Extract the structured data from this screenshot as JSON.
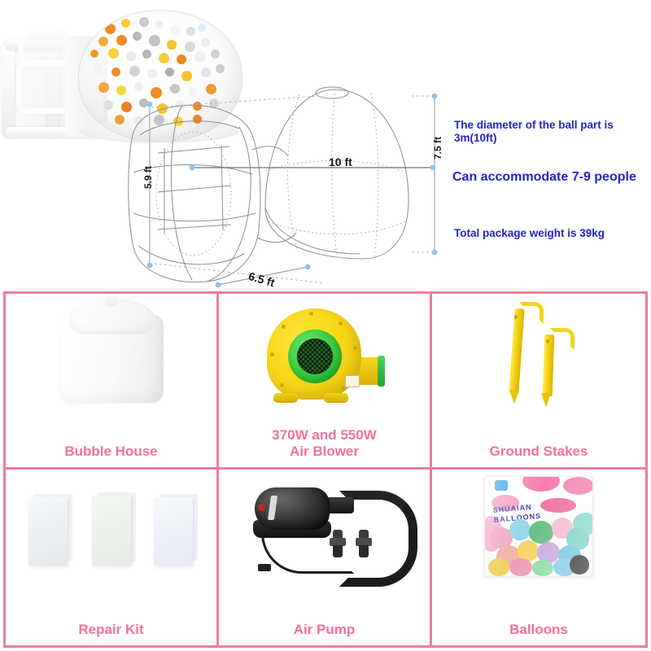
{
  "diagram": {
    "dimensions": {
      "width_label": "10 ft",
      "depth_label": "6.5 ft",
      "tunnel_height_label": "5.9 ft",
      "dome_height_label": "7.5 ft"
    },
    "annotations": {
      "diameter": "The diameter of the ball part is 3m(10ft)",
      "capacity": "Can accommodate 7-9 people",
      "weight": "Total package weight is 39kg"
    },
    "annotation_color": "#2323cc",
    "product_photo_alt": "inflatable clear bubble house with tunnel filled with balloons"
  },
  "grid": {
    "border_color": "#ef7c9c",
    "label_color": "#f4709a",
    "items": [
      {
        "name": "bubble-house",
        "label": "Bubble House",
        "sub": ""
      },
      {
        "name": "air-blower",
        "label": "370W and 550W",
        "sub": "Air Blower"
      },
      {
        "name": "ground-stakes",
        "label": "Ground Stakes",
        "sub": ""
      },
      {
        "name": "repair-kit",
        "label": "Repair Kit",
        "sub": ""
      },
      {
        "name": "air-pump",
        "label": "Air Pump",
        "sub": ""
      },
      {
        "name": "balloons",
        "label": "Balloons",
        "sub": ""
      }
    ]
  },
  "balloon_bag": {
    "brand_line1": "SHUAIAN",
    "brand_line2": "BALLOONS"
  }
}
